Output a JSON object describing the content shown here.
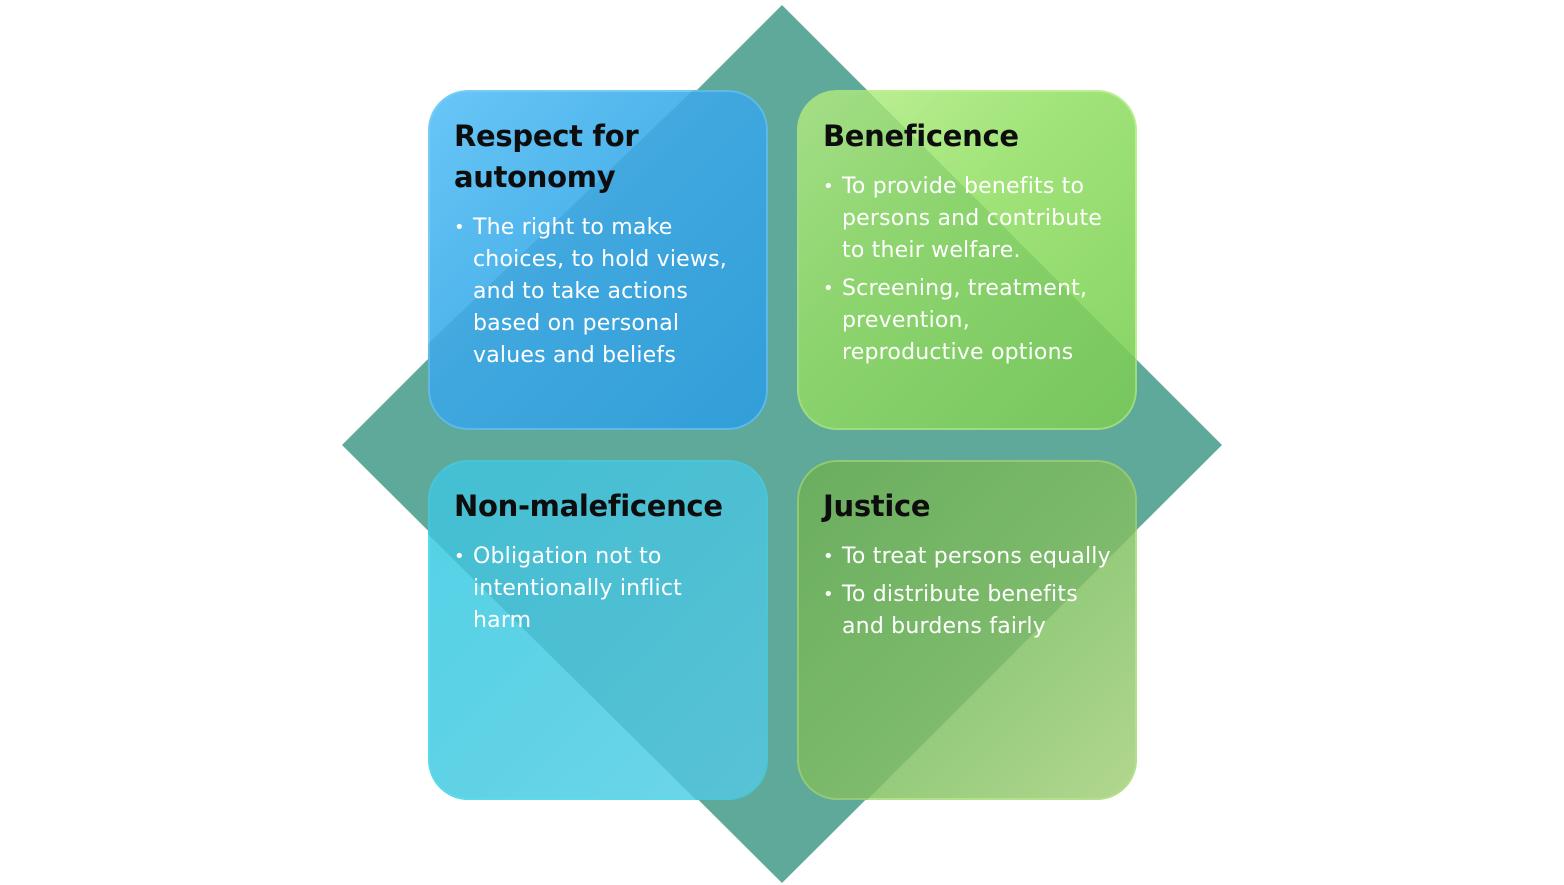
{
  "colors": {
    "diamond": "#5fa99a",
    "autonomy": "#40ade6",
    "beneficence": "#8fd86d",
    "nonmaleficence": "#49c3d7",
    "justice": "#7fbd6a",
    "heading_text": "#0d0d0d",
    "body_text": "#ffffff"
  },
  "principles": {
    "autonomy": {
      "title": "Respect for autonomy",
      "points": [
        "The right to make choices, to hold views, and to take actions based on personal values and beliefs"
      ]
    },
    "beneficence": {
      "title": "Beneficence",
      "points": [
        "To provide benefits to persons and contribute to their welfare.",
        "Screening, treatment, prevention, reproductive options"
      ]
    },
    "nonmaleficence": {
      "title": "Non-maleficence",
      "points": [
        "Obligation not to intentionally inflict harm"
      ]
    },
    "justice": {
      "title": "Justice",
      "points": [
        "To treat persons equally",
        "To distribute benefits and burdens fairly"
      ]
    }
  }
}
